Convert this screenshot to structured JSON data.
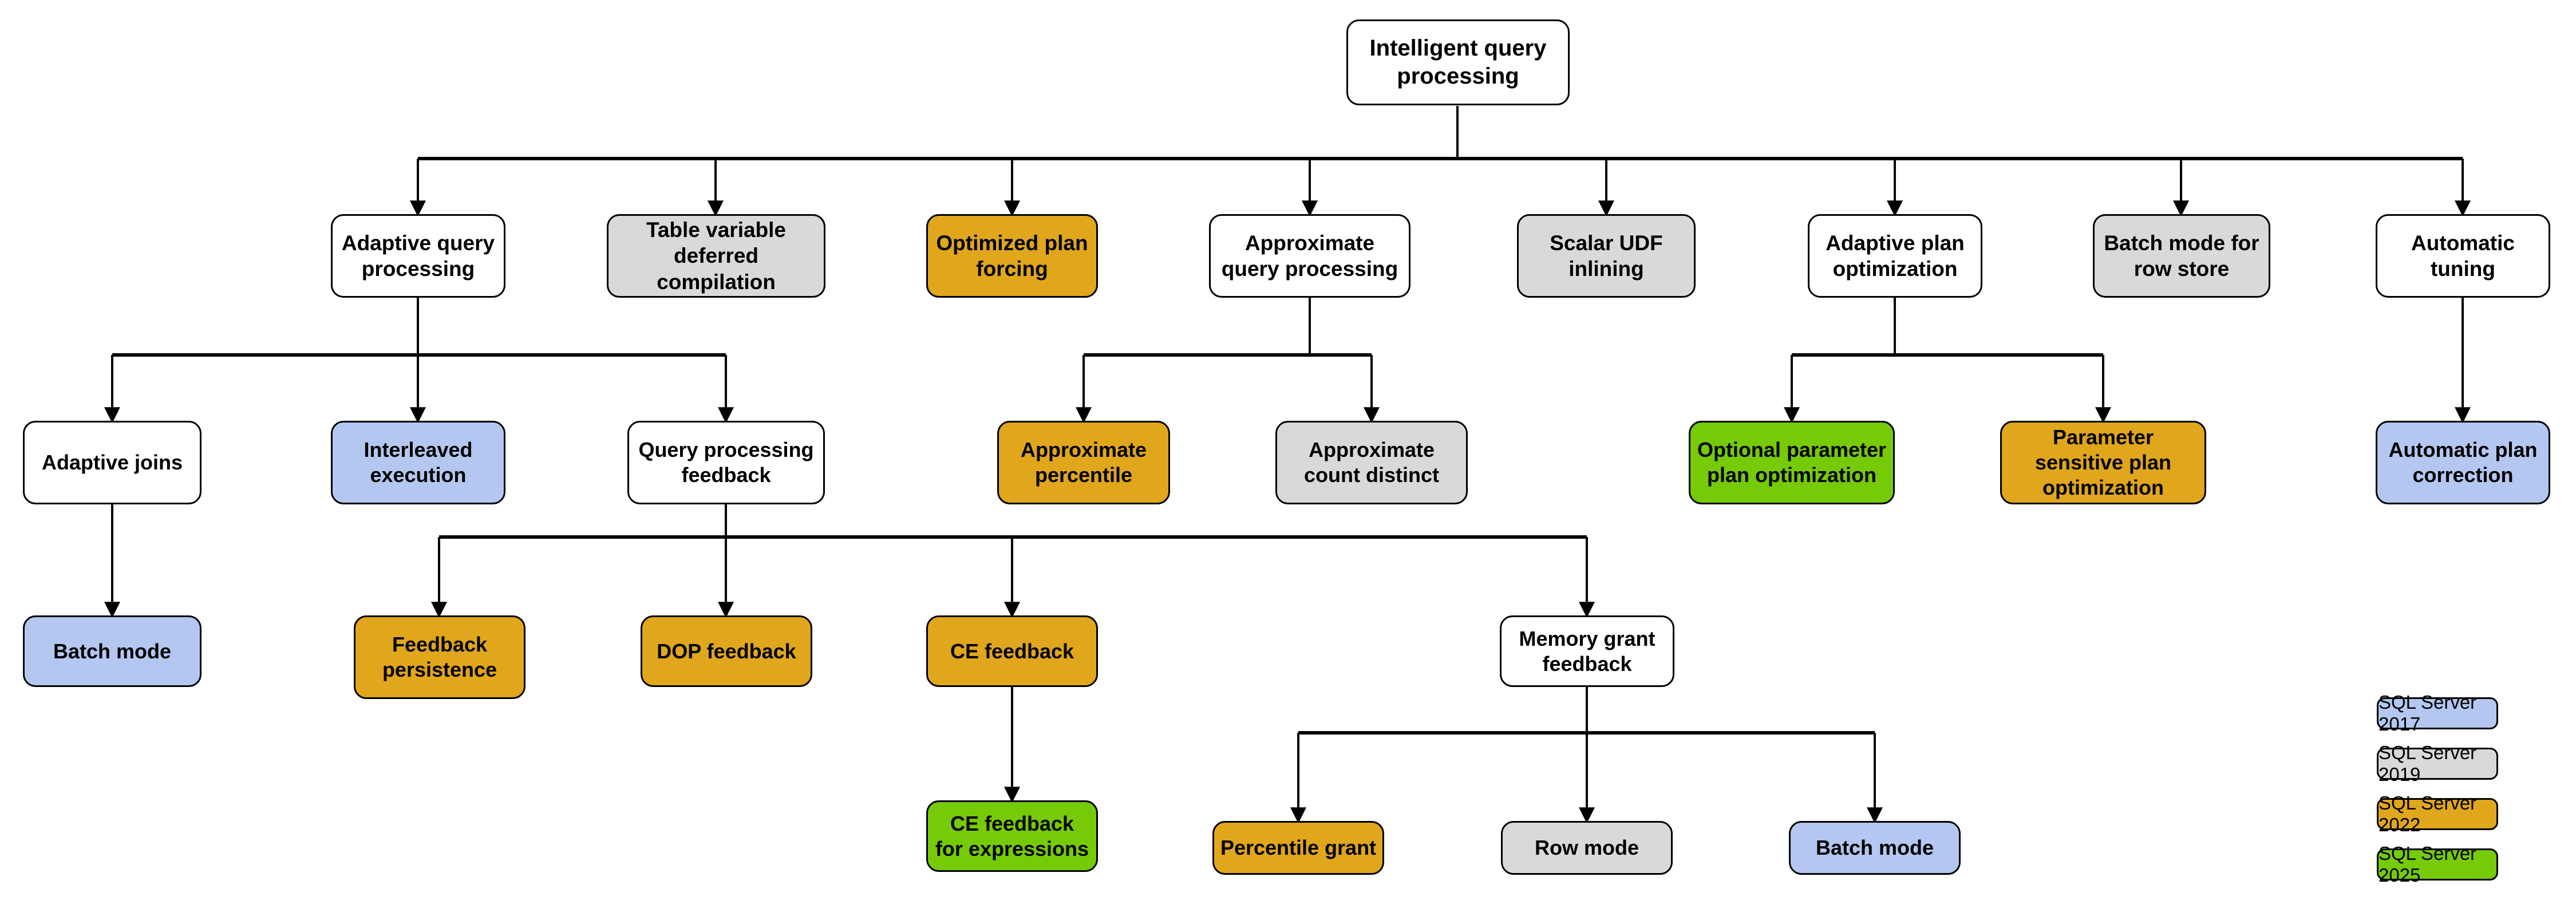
{
  "diagram": {
    "title": "Intelligent query processing",
    "colors": {
      "white": "#ffffff",
      "gray": "#d9d9d9",
      "orange": "#e0a61c",
      "green": "#76ca07",
      "blue": "#b4c7f0",
      "stroke": "#000000"
    },
    "nodes": {
      "root": "Intelligent query processing",
      "adaptive_query_processing": "Adaptive query processing",
      "table_variable_deferred_compilation": "Table variable deferred compilation",
      "optimized_plan_forcing": "Optimized plan forcing",
      "approximate_query_processing": "Approximate query processing",
      "scalar_udf_inlining": "Scalar UDF inlining",
      "adaptive_plan_optimization": "Adaptive plan optimization",
      "batch_mode_for_row_store": "Batch mode for row store",
      "automatic_tuning": "Automatic tuning",
      "adaptive_joins": "Adaptive joins",
      "interleaved_execution": "Interleaved execution",
      "query_processing_feedback": "Query processing feedback",
      "approximate_percentile": "Approximate percentile",
      "approximate_count_distinct": "Approximate count distinct",
      "optional_parameter_plan_optimization": "Optional parameter plan optimization",
      "parameter_sensitive_plan_optimization": "Parameter sensitive plan optimization",
      "automatic_plan_correction": "Automatic plan correction",
      "batch_mode_adaptive_joins": "Batch mode",
      "feedback_persistence": "Feedback persistence",
      "dop_feedback": "DOP feedback",
      "ce_feedback": "CE feedback",
      "memory_grant_feedback": "Memory grant feedback",
      "ce_feedback_for_expressions": "CE feedback for expressions",
      "percentile_grant": "Percentile grant",
      "row_mode": "Row mode",
      "batch_mode_memory_grant": "Batch mode"
    },
    "legend": {
      "items": [
        {
          "label": "SQL Server 2017",
          "color": "#b4c7f0"
        },
        {
          "label": "SQL Server 2019",
          "color": "#d9d9d9"
        },
        {
          "label": "SQL Server 2022",
          "color": "#e0a61c"
        },
        {
          "label": "SQL Server 2025",
          "color": "#76ca07"
        }
      ]
    }
  }
}
